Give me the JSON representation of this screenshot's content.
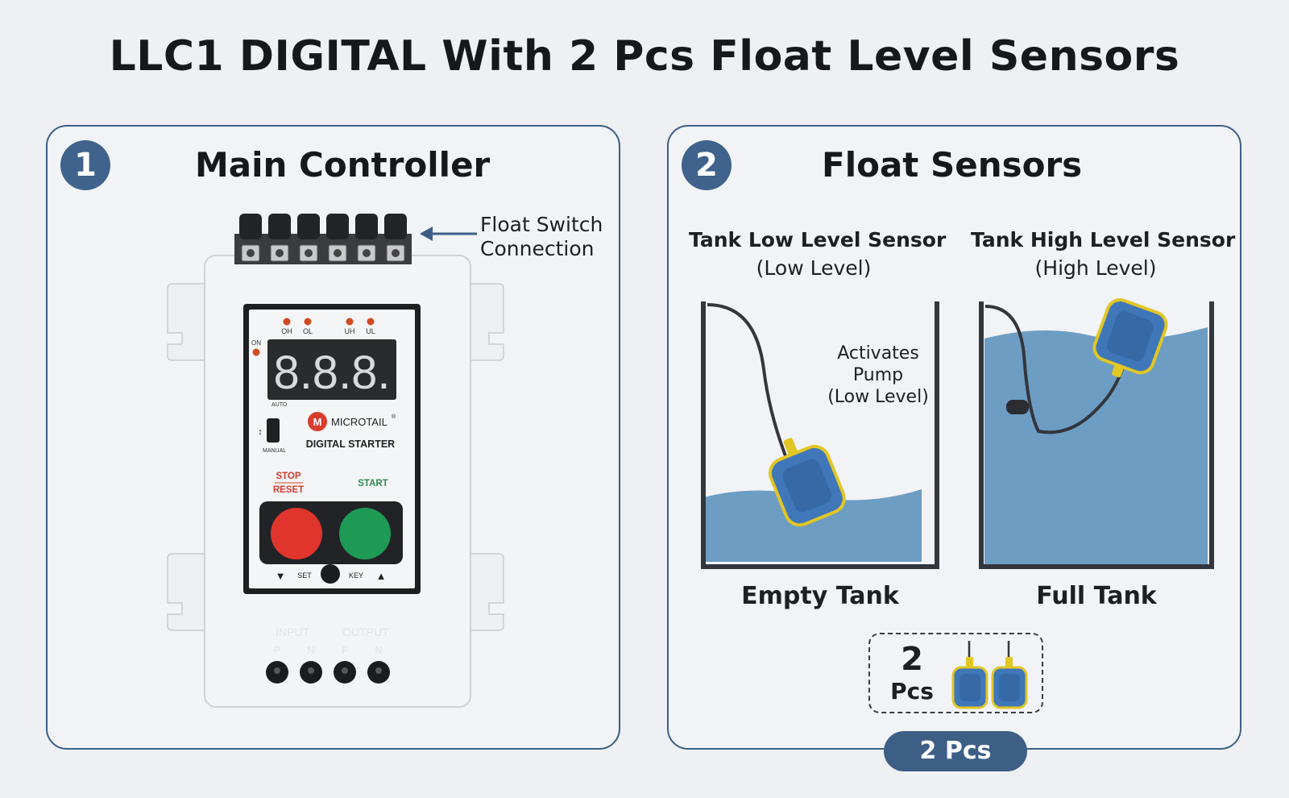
{
  "title": "LLC1 DIGITAL With 2 Pcs Float Level Sensors",
  "panel1": {
    "number": "1",
    "title": "Main Controller",
    "callout": "Float Switch\nConnection",
    "device": {
      "leds_top": [
        "OH",
        "OL",
        "UH",
        "UL"
      ],
      "led_on": "ON",
      "display": "8.8.8.",
      "switch_top": "AUTO",
      "switch_bottom": "MANUAL",
      "brand": "MICROTAIL",
      "brand_mark": "®",
      "model": "DIGITAL STARTER",
      "stop_label": "STOP",
      "reset_label": "RESET",
      "start_label": "START",
      "set_label": "SET",
      "key_label": "KEY",
      "input_label": "INPUT",
      "output_label": "OUTPUT",
      "terminal_letters": [
        "P",
        "N",
        "F",
        "N"
      ]
    }
  },
  "panel2": {
    "number": "2",
    "title": "Float Sensors",
    "low": {
      "name": "Tank Low Level Sensor",
      "sub": "(Low Level)",
      "tank_label": "Empty Tank",
      "note_line1": "Activates",
      "note_line2": "Pump",
      "note_line3": "(Low Level)"
    },
    "high": {
      "name": "Tank High Level Sensor",
      "sub": "(High Level)",
      "tank_label": "Full Tank"
    },
    "qty_number": "2",
    "qty_word": "Pcs",
    "pill": "2 Pcs"
  },
  "colors": {
    "accent": "#3d5f86",
    "water": "#6d9dc3",
    "sensor_blue": "#3f77b8",
    "sensor_yellow": "#e2c624"
  }
}
